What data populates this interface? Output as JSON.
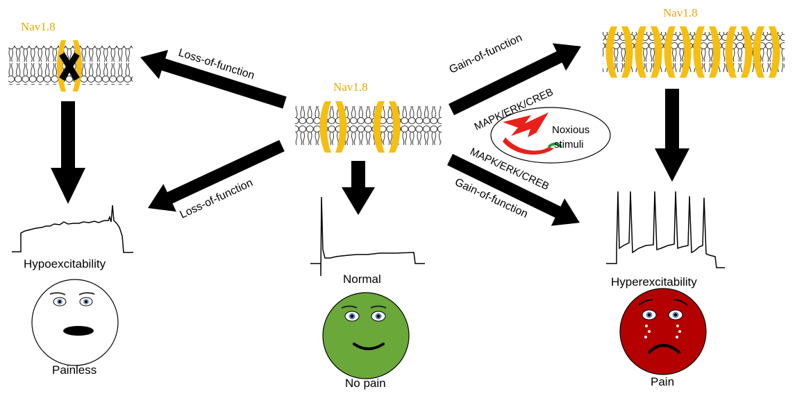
{
  "labels": {
    "channel_left": "Nav1.8",
    "channel_center": "Nav1.8",
    "channel_right": "Nav1.8",
    "loss_upper": "Loss-of-function",
    "loss_lower": "Loss-of-function",
    "gain_upper": "Gain-of-function",
    "gain_lower": "Gain-of-function",
    "pathway_upper": "MAPK/ERK/CREB",
    "pathway_lower": "MAPK/ERK/CREB",
    "stimuli_line1": "Noxious",
    "stimuli_line2": "stimuli",
    "state_left": "Hypoexcitability",
    "state_center": "Normal",
    "state_right": "Hyperexcitability",
    "outcome_left": "Painless",
    "outcome_center": "No pain",
    "outcome_right": "Pain"
  },
  "colors": {
    "channel": "#F5BE10",
    "channel_text": "#E8A900",
    "arrow": "#000000",
    "face_painless": "#FFFFFF",
    "face_no_pain": "#6AA83A",
    "face_pain": "#B40000",
    "noxious_red": "#E8201A",
    "noxious_green": "#2E9A3A"
  }
}
